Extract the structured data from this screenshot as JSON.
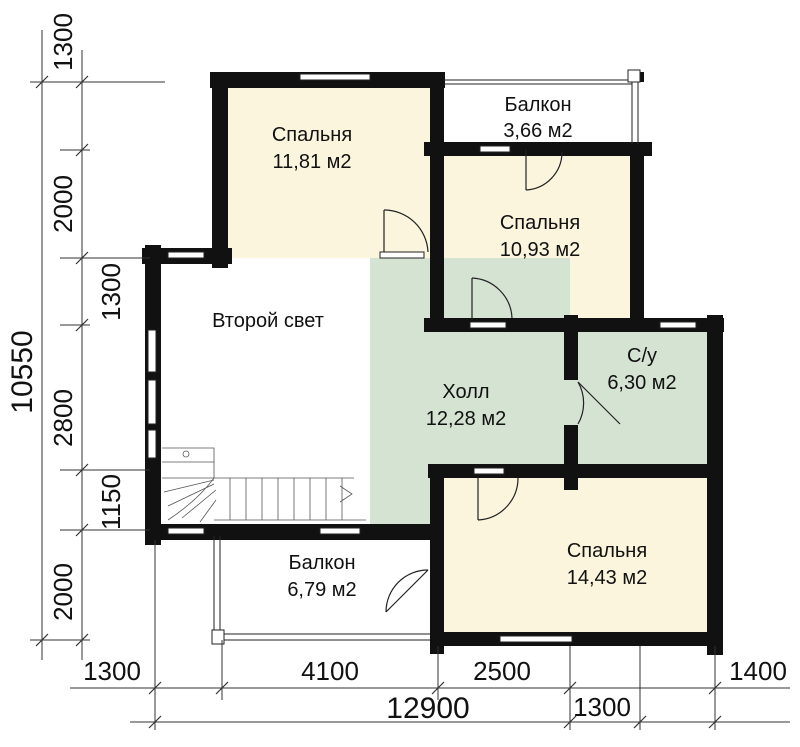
{
  "rooms": {
    "bedroom1": {
      "name": "Спальня",
      "area": "11,81 м2"
    },
    "balcony_top": {
      "name": "Балкон",
      "area": "3,66 м2"
    },
    "bedroom2": {
      "name": "Спальня",
      "area": "10,93 м2"
    },
    "second_light": {
      "name": "Второй свет"
    },
    "hall": {
      "name": "Холл",
      "area": "12,28 м2"
    },
    "bathroom": {
      "name": "С/у",
      "area": "6,30 м2"
    },
    "balcony_bottom": {
      "name": "Балкон",
      "area": "6,79 м2"
    },
    "bedroom3": {
      "name": "Спальня",
      "area": "14,43 м2"
    }
  },
  "dimensions": {
    "left": [
      "1300",
      "2000",
      "1300",
      "2800",
      "1150",
      "2000"
    ],
    "left_total": "10550",
    "bottom": [
      "1300",
      "4100",
      "2500",
      "1400"
    ],
    "bottom_second": "1300",
    "bottom_total": "12900"
  },
  "colors": {
    "bedroom_fill": "#faf5dc",
    "hall_fill": "#d5e3d3",
    "wall": "#111111",
    "open_area": "#ffffff"
  }
}
